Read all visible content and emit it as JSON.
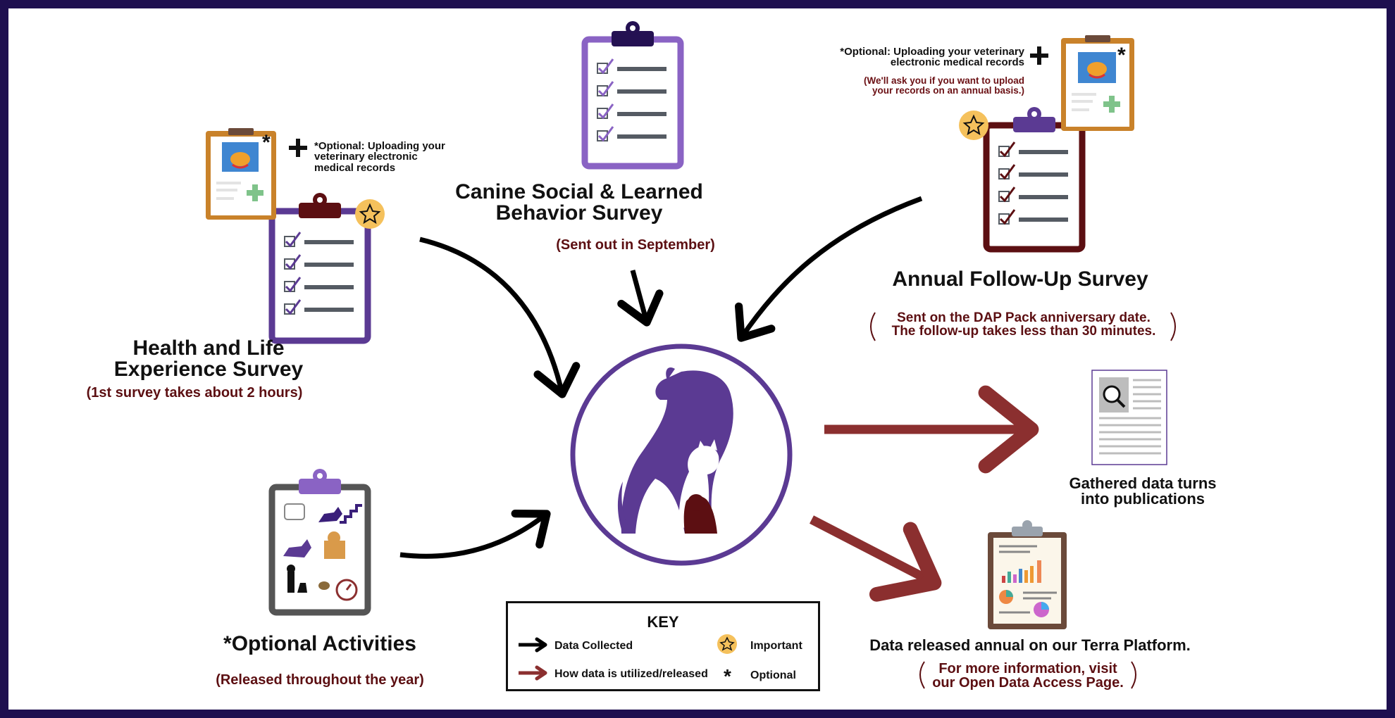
{
  "surveys": {
    "health": {
      "title_line1": "Health and Life",
      "title_line2": "Experience Survey",
      "note": "(1st survey takes about 2 hours)",
      "optional_line1": "*Optional: Uploading your",
      "optional_line2": "veterinary electronic",
      "optional_line3": "medical records"
    },
    "canine_social": {
      "title_line1": "Canine Social & Learned",
      "title_line2": "Behavior Survey",
      "note": "(Sent out in September)"
    },
    "annual": {
      "title": "Annual Follow-Up Survey",
      "note_line1": "Sent on the DAP Pack anniversary date.",
      "note_line2": "The follow-up takes less than 30 minutes.",
      "optional_line1": "*Optional: Uploading your veterinary",
      "optional_line2": "electronic medical records",
      "ask_line1": "(We'll ask you if you want to upload",
      "ask_line2": "your records on an annual basis.)"
    },
    "activities": {
      "title": "*Optional Activities",
      "note": "(Released throughout the year)"
    }
  },
  "outputs": {
    "publications": {
      "line1": "Gathered data turns",
      "line2": "into publications"
    },
    "terra": {
      "title": "Data released annual on our Terra Platform.",
      "note_line1": "For more information, visit",
      "note_line2": "our Open Data Access Page."
    }
  },
  "key": {
    "title": "KEY",
    "data_collected": "Data Collected",
    "important": "Important",
    "utilized": "How data is utilized/released",
    "optional": "Optional",
    "optional_symbol": "*"
  },
  "symbols": {
    "plus": "+",
    "asterisk": "*"
  },
  "icons": {
    "center": "dap-logo-icon",
    "clipboard": "clipboard-checklist-icon",
    "medical_record": "medical-record-icon",
    "star": "star-badge-icon",
    "publication": "publication-document-icon",
    "report": "report-clipboard-icon"
  },
  "colors": {
    "frame": "#1e0f4f",
    "purple": "#5b3a93",
    "light_purple": "#8a63c4",
    "dark_red": "#5c0f12",
    "data_arrow": "#000000",
    "release_arrow": "#8b2f2f",
    "star_fill": "#f5c15c",
    "orange": "#c9822a"
  }
}
